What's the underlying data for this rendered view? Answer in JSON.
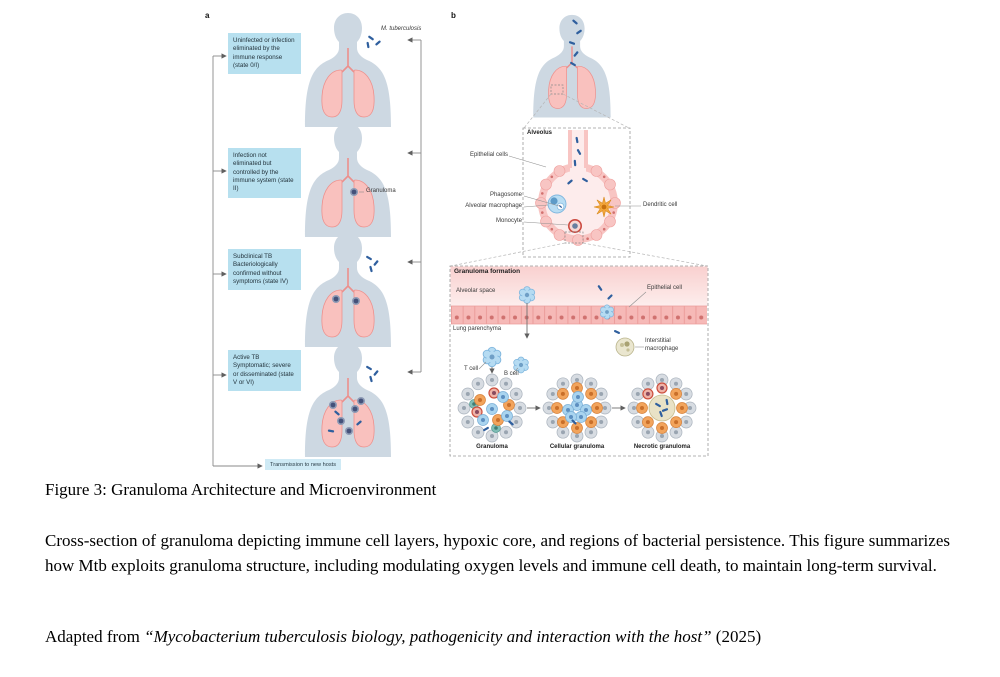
{
  "panel_a": {
    "label": "a",
    "mtb_label": "M. tuberculosis",
    "granuloma_label": "Granuloma",
    "states": [
      {
        "text": "Uninfected or infection eliminated by the immune response (state 0/I)"
      },
      {
        "text": "Infection not eliminated but controlled by the immune system (state II)"
      },
      {
        "text": "Subclinical TB Bacteriologically confirmed without symptoms (state IV)"
      },
      {
        "text": "Active TB Symptomatic; severe or disseminated (state V or VI)"
      }
    ],
    "transmission_label": "Transmission to new hosts"
  },
  "panel_b": {
    "label": "b",
    "alveolus": {
      "title": "Alveolus",
      "labels": {
        "epithelial_cells": "Epithelial cells",
        "phagosome": "Phagosome",
        "alveolar_macrophage": "Alveolar macrophage",
        "monocyte": "Monocyte",
        "dendritic_cell": "Dendritic cell"
      }
    },
    "granuloma_formation": {
      "title": "Granuloma formation",
      "labels": {
        "alveolar_space": "Alveolar space",
        "lung_parenchyma": "Lung parenchyma",
        "epithelial_cell": "Epithelial cell",
        "interstitial_macrophage": "Interstitial macrophage",
        "t_cell": "T cell",
        "b_cell": "B cell"
      },
      "stages": [
        "Granuloma",
        "Cellular granuloma",
        "Necrotic granuloma"
      ]
    }
  },
  "caption": {
    "title": "Figure 3: Granuloma Architecture and Microenvironment",
    "body": "Cross-section of granuloma depicting immune cell layers, hypoxic core, and regions of bacterial persistence. This figure summarizes how Mtb exploits granuloma structure, including modulating oxygen levels and immune cell death, to maintain long-term survival.",
    "adapted_prefix": "Adapted from ",
    "adapted_source": "“Mycobacterium tuberculosis biology, pathogenicity and interaction with the host”",
    "adapted_suffix": " (2025)"
  },
  "colors": {
    "state_box_bg": "#b7e0ef",
    "lung_pink": "#f9c1be",
    "bacteria_blue": "#2f5f9e",
    "silhouette": "#cdd8e2"
  }
}
